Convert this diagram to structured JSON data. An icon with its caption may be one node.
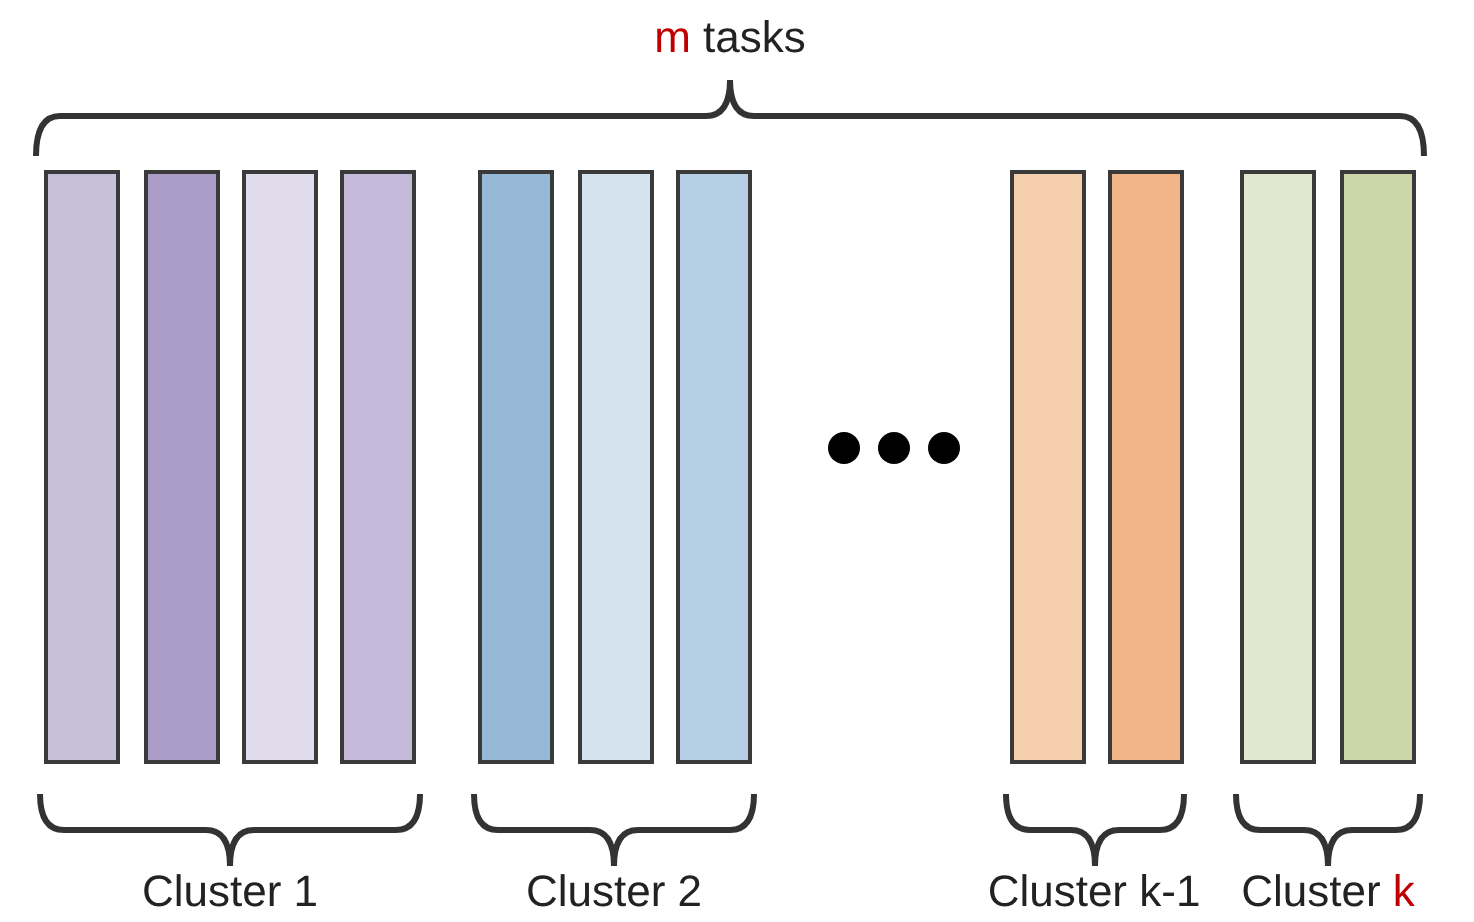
{
  "diagram": {
    "nodes": [
      {
        "text": [],
        "shape": "bar"
      },
      {
        "text": [],
        "shape": "bar"
      },
      {
        "text": [],
        "shape": "bar"
      },
      {
        "text": [],
        "shape": "bar"
      },
      {
        "text": [],
        "shape": "bar"
      },
      {
        "text": [],
        "shape": "bar"
      },
      {
        "text": [],
        "shape": "bar"
      },
      {
        "text": [],
        "shape": "bar"
      },
      {
        "text": [],
        "shape": "bar"
      },
      {
        "text": [],
        "shape": "bar"
      },
      {
        "text": [],
        "shape": "bar"
      }
    ],
    "labels": [
      "m tasks",
      "Cluster 1",
      "Cluster 2",
      "Cluster k-1",
      "Cluster k"
    ]
  }
}
